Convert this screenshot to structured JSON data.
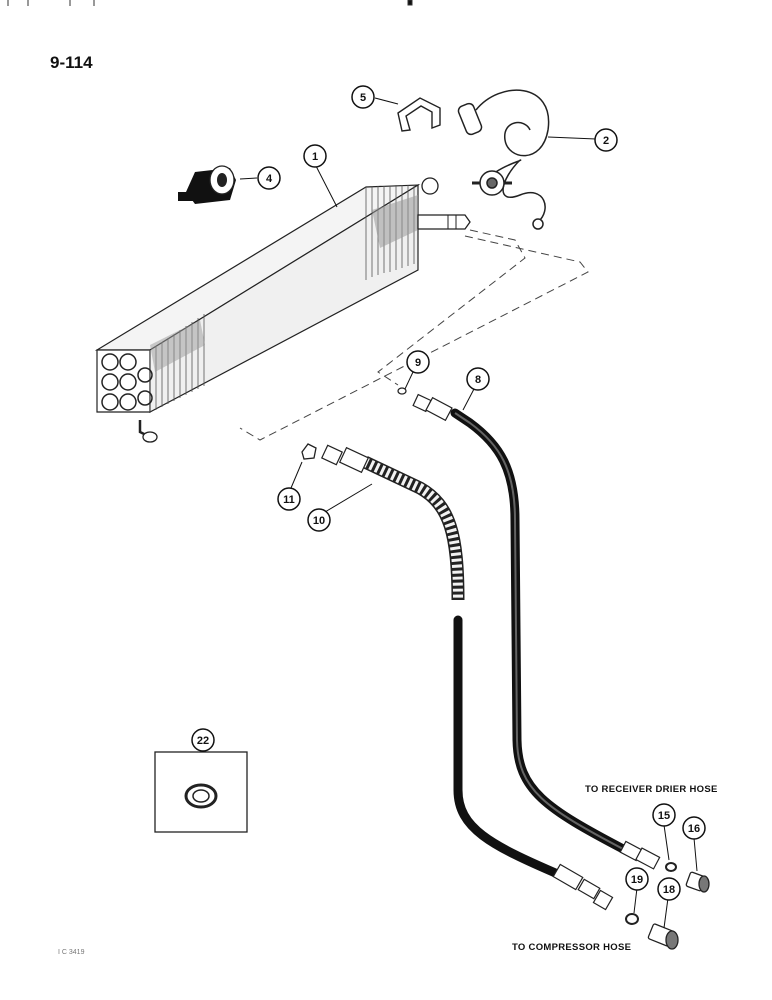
{
  "page": {
    "number": "9-114",
    "figure_code": "I C 3419"
  },
  "notes": {
    "receiver": "TO RECEIVER DRIER HOSE",
    "compressor": "TO COMPRESSOR HOSE"
  },
  "callouts": [
    "1",
    "2",
    "4",
    "5",
    "8",
    "9",
    "10",
    "11",
    "15",
    "16",
    "18",
    "19",
    "22"
  ]
}
